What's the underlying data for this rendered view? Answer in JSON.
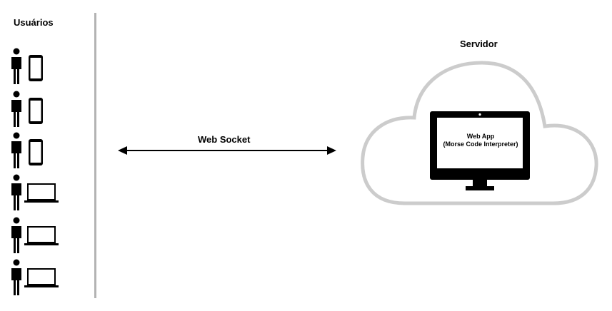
{
  "users": {
    "title": "Usuários",
    "devices": [
      {
        "type": "phone",
        "icon": "person-with-phone-icon"
      },
      {
        "type": "phone",
        "icon": "person-with-phone-icon"
      },
      {
        "type": "phone",
        "icon": "person-with-phone-icon"
      },
      {
        "type": "laptop",
        "icon": "person-with-laptop-icon"
      },
      {
        "type": "laptop",
        "icon": "person-with-laptop-icon"
      },
      {
        "type": "laptop",
        "icon": "person-with-laptop-icon"
      }
    ]
  },
  "connection": {
    "label": "Web Socket",
    "icon": "double-arrow-icon"
  },
  "server": {
    "title": "Servidor",
    "cloud_icon": "cloud-icon",
    "monitor_icon": "monitor-icon",
    "app_name": "Web App",
    "app_description": "(Morse Code Interpreter)"
  },
  "colors": {
    "divider": "#b3b3b3",
    "cloud_stroke": "#cccccc",
    "foreground": "#000000"
  }
}
